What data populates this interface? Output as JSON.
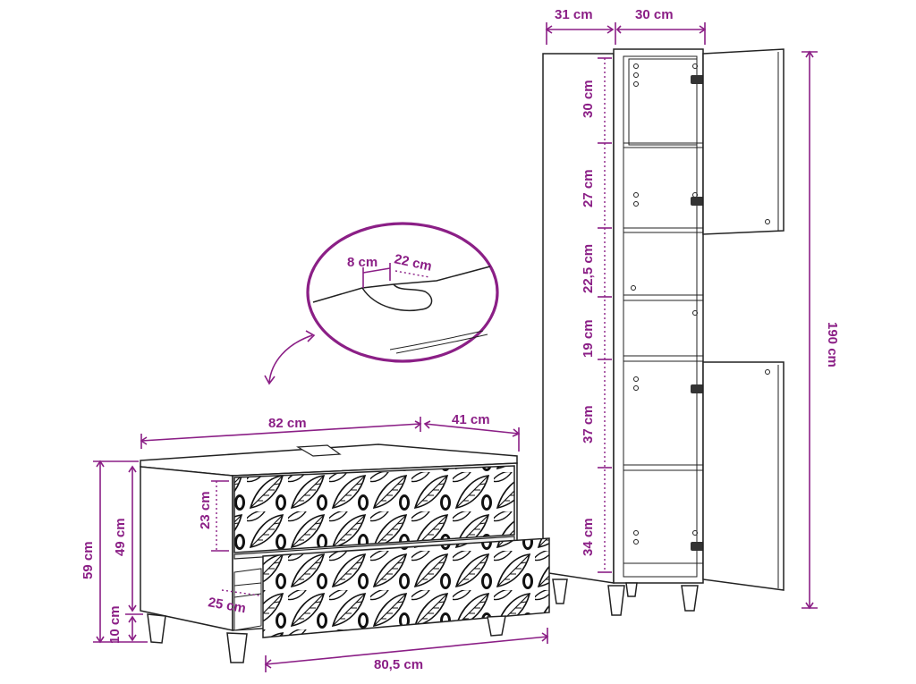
{
  "colors": {
    "accent": "#8b1f86",
    "outline": "#222222"
  },
  "annotation_color": "#8b1f86",
  "tall_cabinet": {
    "depth_label": "31 cm",
    "width_label": "30 cm",
    "height_label": "190 cm",
    "section_labels": [
      "30 cm",
      "27 cm",
      "22,5 cm",
      "19 cm",
      "37 cm",
      "34 cm"
    ]
  },
  "detail": {
    "cutout_depth_label": "8 cm",
    "cutout_width_label": "22 cm"
  },
  "sink_cabinet": {
    "width_label": "82 cm",
    "depth_label": "41 cm",
    "total_height_label": "59 cm",
    "body_height_label": "49 cm",
    "leg_height_label": "10 cm",
    "top_drawer_height_label": "23 cm",
    "drawer_depth_label": "25 cm",
    "drawer_width_label": "80,5 cm"
  }
}
